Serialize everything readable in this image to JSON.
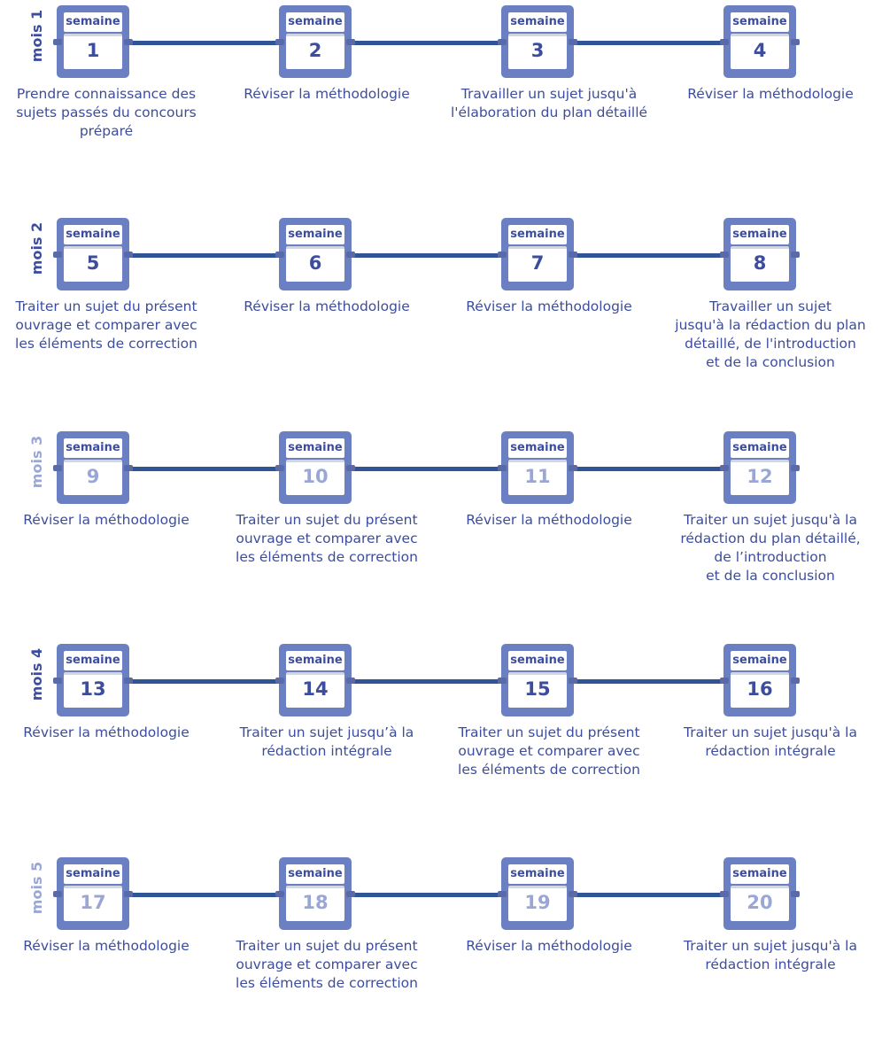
{
  "colors": {
    "accent": "#2f5596",
    "calendar": "#6b7fc3",
    "active_text": "#3d4d9e",
    "dim_text": "#9aa7d6"
  },
  "icon": "calendar-icon",
  "months": [
    {
      "label": "mois 1",
      "active": true,
      "weeks": [
        {
          "header": "semaine",
          "number": "1",
          "task": "Prendre connaissance des\nsujets passés du concours\npréparé"
        },
        {
          "header": "semaine",
          "number": "2",
          "task": "Réviser la méthodologie"
        },
        {
          "header": "semaine",
          "number": "3",
          "task": "Travailler un sujet jusqu'à\nl'élaboration du plan détaillé"
        },
        {
          "header": "semaine",
          "number": "4",
          "task": "Réviser la méthodologie"
        }
      ]
    },
    {
      "label": "mois 2",
      "active": true,
      "weeks": [
        {
          "header": "semaine",
          "number": "5",
          "task": "Traiter un sujet du présent\nouvrage et comparer avec\nles éléments de correction"
        },
        {
          "header": "semaine",
          "number": "6",
          "task": "Réviser la méthodologie"
        },
        {
          "header": "semaine",
          "number": "7",
          "task": "Réviser la méthodologie"
        },
        {
          "header": "semaine",
          "number": "8",
          "task": "Travailler un sujet\njusqu'à la rédaction du plan\ndétaillé, de l'introduction\net de la conclusion"
        }
      ]
    },
    {
      "label": "mois 3",
      "active": false,
      "weeks": [
        {
          "header": "semaine",
          "number": "9",
          "task": "Réviser la méthodologie"
        },
        {
          "header": "semaine",
          "number": "10",
          "task": "Traiter un sujet du présent\nouvrage et comparer avec\nles éléments de correction"
        },
        {
          "header": "semaine",
          "number": "11",
          "task": "Réviser la méthodologie"
        },
        {
          "header": "semaine",
          "number": "12",
          "task": "Traiter un sujet jusqu'à la\nrédaction du plan détaillé,\nde l’introduction\net de la conclusion"
        }
      ]
    },
    {
      "label": "mois 4",
      "active": true,
      "weeks": [
        {
          "header": "semaine",
          "number": "13",
          "task": "Réviser la méthodologie"
        },
        {
          "header": "semaine",
          "number": "14",
          "task": "Traiter un sujet jusqu’à la\nrédaction intégrale"
        },
        {
          "header": "semaine",
          "number": "15",
          "task": "Traiter un sujet du présent\nouvrage et comparer avec\nles éléments de correction"
        },
        {
          "header": "semaine",
          "number": "16",
          "task": "Traiter un sujet jusqu'à la\nrédaction intégrale"
        }
      ]
    },
    {
      "label": "mois 5",
      "active": false,
      "weeks": [
        {
          "header": "semaine",
          "number": "17",
          "task": "Réviser la méthodologie"
        },
        {
          "header": "semaine",
          "number": "18",
          "task": "Traiter un sujet du présent\nouvrage et comparer avec\nles éléments de correction"
        },
        {
          "header": "semaine",
          "number": "19",
          "task": "Réviser la méthodologie"
        },
        {
          "header": "semaine",
          "number": "20",
          "task": "Traiter un sujet jusqu'à la\nrédaction intégrale"
        }
      ]
    }
  ]
}
